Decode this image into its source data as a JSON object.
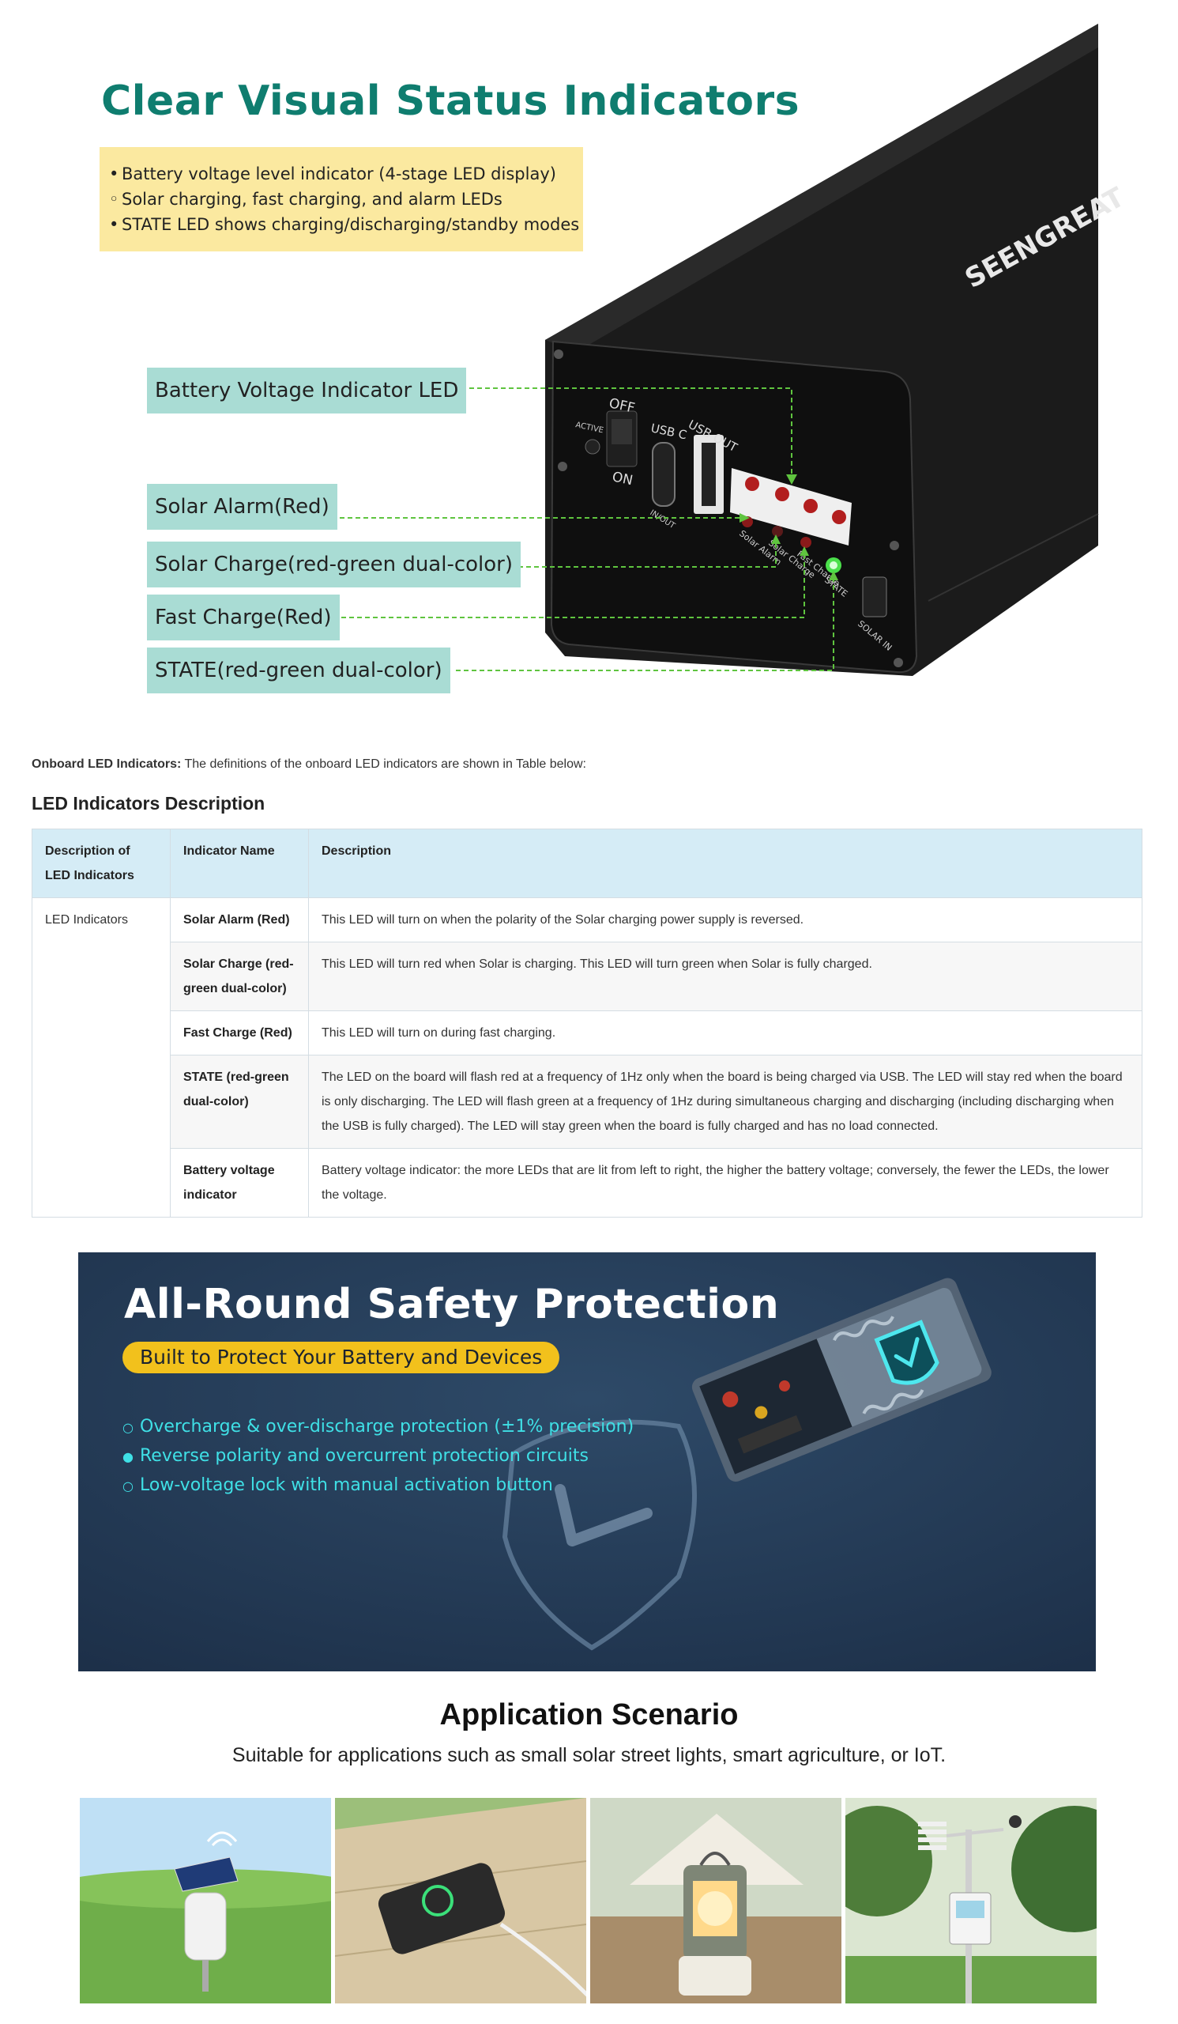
{
  "hero1": {
    "title": "Clear Visual Status Indicators",
    "notes": [
      {
        "bullet": "•",
        "text": "Battery voltage level indicator (4-stage LED display)"
      },
      {
        "bullet": "◦",
        "text": "Solar charging, fast charging, and alarm LEDs"
      },
      {
        "bullet": "•",
        "text": "STATE LED shows charging/discharging/standby modes"
      }
    ],
    "callouts": [
      "Battery Voltage Indicator LED",
      "Solar Alarm(Red)",
      "Solar Charge(red-green dual-color)",
      "Fast Charge(Red)",
      "STATE(red-green dual-color)"
    ],
    "device": {
      "brand": "SEENGREAT",
      "switch_off": "OFF",
      "switch_on": "ON",
      "active": "ACTIVE",
      "usb_c": "USB C",
      "usb_c_sub": "IN/OUT",
      "usb_out": "USB OUT",
      "solar_in": "SOLAR IN",
      "led_labels": [
        "Solar Alarm",
        "Solar Charge",
        "Fast Charge",
        "STATE"
      ]
    }
  },
  "table_section": {
    "intro_bold": "Onboard LED Indicators:",
    "intro_text": " The definitions of the onboard LED indicators are shown in Table below:",
    "title": "LED Indicators Description",
    "headers": [
      "Description of LED Indicators",
      "Indicator Name",
      "Description"
    ],
    "group_label": "LED Indicators",
    "rows": [
      {
        "name": "Solar Alarm (Red)",
        "desc": "This LED will turn on when the polarity of the Solar charging power supply is reversed."
      },
      {
        "name": "Solar Charge (red-green dual-color)",
        "desc": "This LED will turn red when Solar is charging. This LED will turn green when Solar is fully charged."
      },
      {
        "name": "Fast Charge (Red)",
        "desc": "This LED will turn on during fast charging."
      },
      {
        "name": "STATE (red-green dual-color)",
        "desc": "The LED on the board will flash red at a frequency of 1Hz only when the board is being charged via USB. The LED will stay red when the board is only discharging. The LED will flash green at a frequency of 1Hz during simultaneous charging and discharging (including discharging when the USB is fully charged). The LED will stay green when the board is fully charged and has no load connected."
      },
      {
        "name": "Battery voltage indicator",
        "desc": "Battery voltage indicator: the more LEDs that are lit from left to right, the higher the battery voltage; conversely, the fewer the LEDs, the lower the voltage."
      }
    ]
  },
  "safety": {
    "title": "All-Round Safety Protection",
    "subtitle": "Built to Protect Your Battery and Devices",
    "items": [
      {
        "bullet": "○",
        "text": "Overcharge & over-discharge protection (±1% precision)"
      },
      {
        "bullet": "●",
        "text": "Reverse polarity and overcurrent protection circuits"
      },
      {
        "bullet": "○",
        "text": "Low-voltage lock with manual activation button"
      }
    ]
  },
  "application": {
    "title": "Application Scenario",
    "subtitle": "Suitable for applications such as small solar street lights, smart agriculture, or IoT.",
    "scenes": [
      "solar-iot-sensor",
      "wireless-charging-phone",
      "camping-lantern",
      "weather-station"
    ]
  },
  "colors": {
    "title_teal": "#0f7d6f",
    "note_yellow": "#fbe9a0",
    "callout_teal": "#a9dcd4",
    "table_header": "#d5ecf6",
    "safety_bg": "#243a55",
    "safety_accent": "#3fe0e6",
    "safety_pill": "#f2c11c"
  }
}
